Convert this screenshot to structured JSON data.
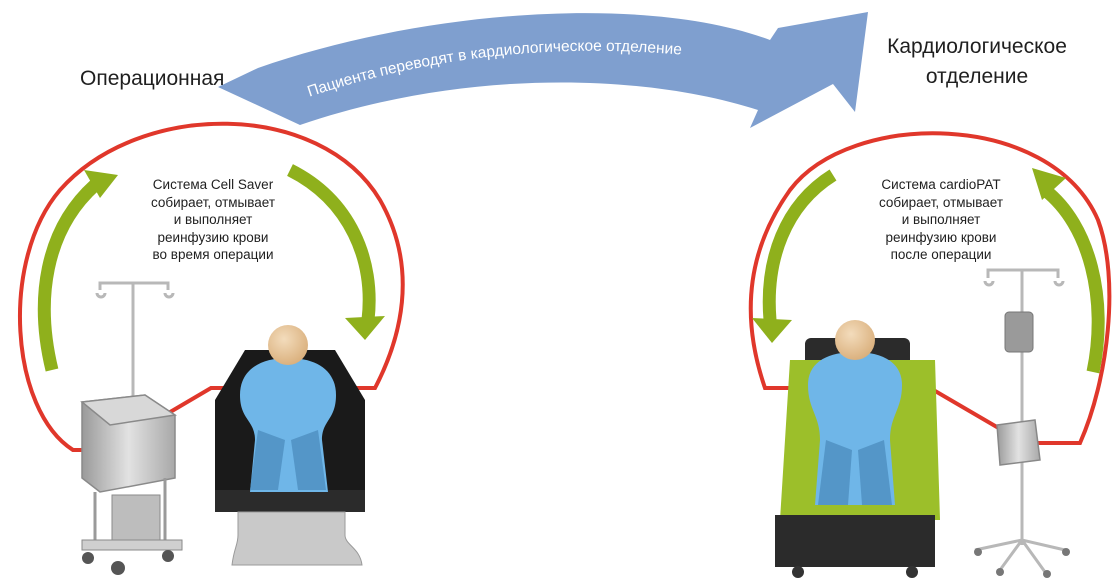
{
  "left_location": "Операционная",
  "right_location_lines": [
    "Кардиологическое",
    "отделение"
  ],
  "transfer_arrow_text": "Пациента переводят в кардиологическое отделение",
  "left_caption_lines": [
    "Система Cell Saver",
    "собирает, отмывает",
    "и выполняет",
    "реинфузию крови",
    "во время операции"
  ],
  "right_caption_lines": [
    "Система cardioPAT",
    "собирает, отмывает",
    "и выполняет",
    "реинфузию крови",
    "после операции"
  ],
  "colors": {
    "arrow_blue": "#7f9fcf",
    "loop_red": "#e0372b",
    "cycle_green": "#8fb01c",
    "patient_blue": "#6fb6e8",
    "skin": "#e8c9a0",
    "bed_green": "#9cbf2a",
    "device_gray": "#c8c8c8"
  }
}
